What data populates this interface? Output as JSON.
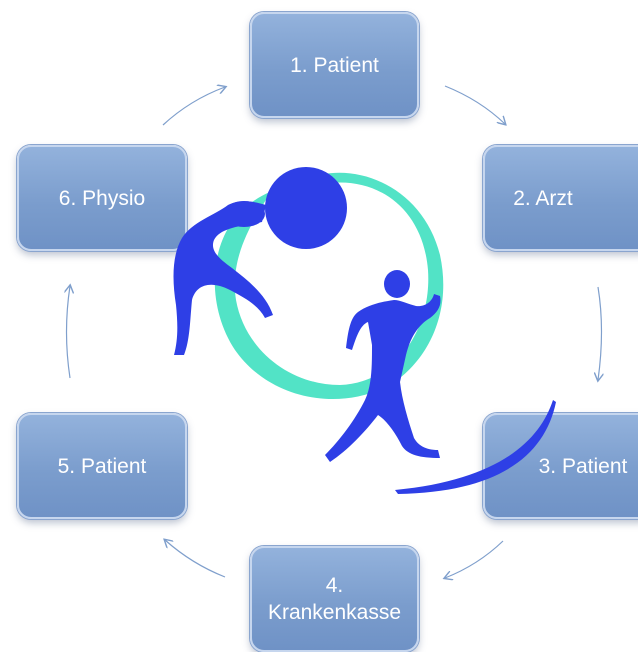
{
  "steps": [
    {
      "label": "1. Patient"
    },
    {
      "label": "2. Arzt"
    },
    {
      "label": "3. Patient"
    },
    {
      "label": "4.\nKrankenkasse"
    },
    {
      "label": "5. Patient"
    },
    {
      "label": "6. Physio"
    }
  ],
  "colors": {
    "box_fill": "#7b9dcd",
    "box_border": "#c6d6ee",
    "arrow": "#7f9fcc",
    "figure_blue": "#2e3fe6",
    "ring_teal": "#3fe0c0"
  },
  "illustration": {
    "icons": [
      "stretching-person-with-ball-icon",
      "walking-person-icon"
    ]
  }
}
